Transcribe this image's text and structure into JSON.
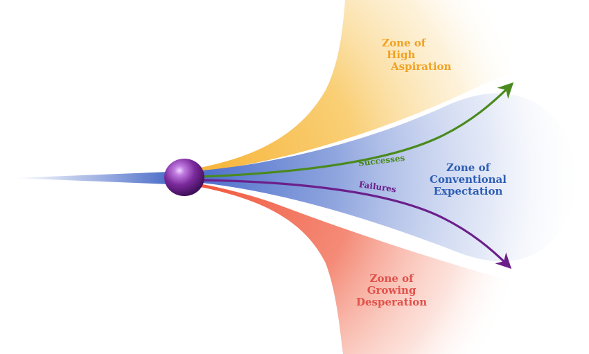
{
  "zones": {
    "high_aspiration": {
      "lines": [
        "Zone of",
        "High",
        "Aspiration"
      ],
      "color": "#f0a224"
    },
    "conventional_expectation": {
      "lines": [
        "Zone of",
        "Conventional",
        "Expectation"
      ],
      "color": "#2d5db4"
    },
    "growing_desperation": {
      "lines": [
        "Zone of",
        "Growing",
        "Desperation"
      ],
      "color": "#e0514a"
    }
  },
  "curves": {
    "successes": {
      "label": "Successes",
      "color": "#4a8a1e"
    },
    "failures": {
      "label": "Failures",
      "color": "#6b1f8a"
    }
  },
  "colors": {
    "aspiration_fill": "#f6b83a",
    "desperation_fill": "#f05a42",
    "conventional_fill": "#6e8fd6",
    "origin_sphere": "#7a2a9a"
  }
}
